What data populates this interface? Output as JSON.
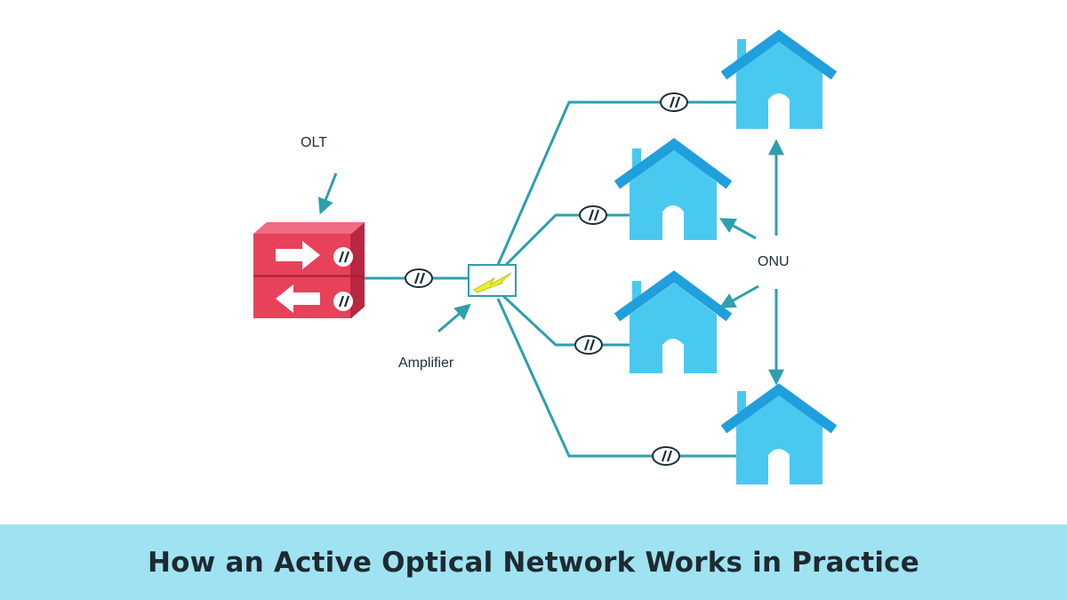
{
  "labels": {
    "olt": "OLT",
    "amplifier": "Amplifier",
    "onu": "ONU"
  },
  "banner": {
    "title": "How an Active Optical Network Works in Practice"
  },
  "colors": {
    "fiber": "#2e9fae",
    "house": "#49c9ef",
    "roof": "#1f9fdc",
    "olt_front": "#e8415a",
    "olt_top": "#f06a80",
    "olt_side": "#b8283f",
    "bolt": "#e9ee2e",
    "banner": "#9fe3f3"
  },
  "icons": {
    "olt": "olt-device-icon",
    "amplifier": "amplifier-bolt-icon",
    "connector": "fiber-connector-icon",
    "house": "house-icon"
  }
}
